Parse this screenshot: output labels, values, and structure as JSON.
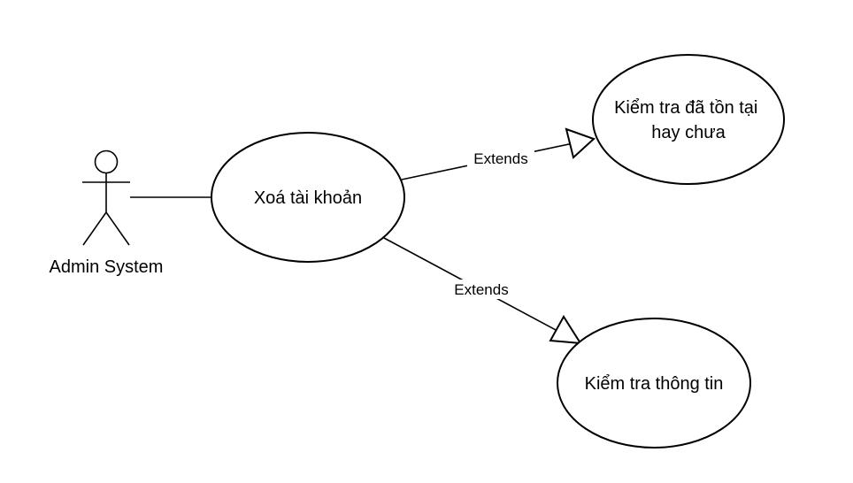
{
  "diagram": {
    "actor": {
      "name": "Admin System"
    },
    "use_cases": {
      "delete_account": "Xoá tài khoản",
      "check_exists_line1": "Kiểm tra đã tồn tại",
      "check_exists_line2": "hay chưa",
      "check_info": "Kiểm tra thông tin"
    },
    "relations": {
      "extend_top": "Extends",
      "extend_bottom": "Extends"
    }
  }
}
